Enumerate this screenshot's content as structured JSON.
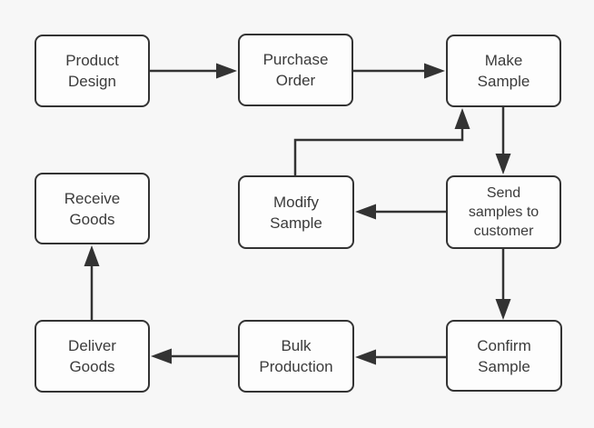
{
  "diagram": {
    "type": "flowchart",
    "colors": {
      "background": "#f7f7f7",
      "node_fill": "#fdfdfd",
      "node_border": "#333333",
      "arrow": "#333333",
      "text": "#3b3b3b"
    },
    "nodes": [
      {
        "id": "product-design",
        "label": "Product\nDesign"
      },
      {
        "id": "purchase-order",
        "label": "Purchase\nOrder"
      },
      {
        "id": "make-sample",
        "label": "Make\nSample"
      },
      {
        "id": "receive-goods",
        "label": "Receive\nGoods"
      },
      {
        "id": "modify-sample",
        "label": "Modify\nSample"
      },
      {
        "id": "send-samples-to-customer",
        "label": "Send\nsamples to\ncustomer"
      },
      {
        "id": "deliver-goods",
        "label": "Deliver\nGoods"
      },
      {
        "id": "bulk-production",
        "label": "Bulk\nProduction"
      },
      {
        "id": "confirm-sample",
        "label": "Confirm\nSample"
      }
    ],
    "edges": [
      {
        "from": "product-design",
        "to": "purchase-order"
      },
      {
        "from": "purchase-order",
        "to": "make-sample"
      },
      {
        "from": "make-sample",
        "to": "send-samples-to-customer"
      },
      {
        "from": "send-samples-to-customer",
        "to": "modify-sample"
      },
      {
        "from": "modify-sample",
        "to": "make-sample"
      },
      {
        "from": "send-samples-to-customer",
        "to": "confirm-sample"
      },
      {
        "from": "confirm-sample",
        "to": "bulk-production"
      },
      {
        "from": "bulk-production",
        "to": "deliver-goods"
      },
      {
        "from": "deliver-goods",
        "to": "receive-goods"
      }
    ]
  }
}
